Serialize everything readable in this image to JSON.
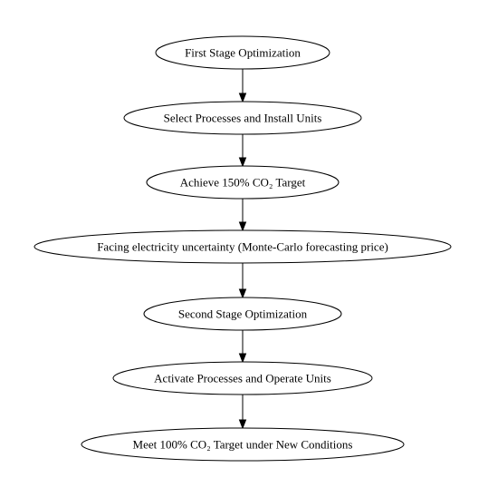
{
  "diagram": {
    "nodes": [
      {
        "id": "n1",
        "label": "First Stage Optimization"
      },
      {
        "id": "n2",
        "label": "Select Processes and Install Units"
      },
      {
        "id": "n3",
        "label": "Achieve 150% CO₂ Target"
      },
      {
        "id": "n4",
        "label": "Facing electricity uncertainty (Monte-Carlo forecasting price)"
      },
      {
        "id": "n5",
        "label": "Second Stage Optimization"
      },
      {
        "id": "n6",
        "label": "Activate Processes and Operate Units"
      },
      {
        "id": "n7",
        "label": "Meet 100% CO₂ Target under New Conditions"
      }
    ],
    "edges": [
      {
        "from": "n1",
        "to": "n2"
      },
      {
        "from": "n2",
        "to": "n3"
      },
      {
        "from": "n3",
        "to": "n4"
      },
      {
        "from": "n4",
        "to": "n5"
      },
      {
        "from": "n5",
        "to": "n6"
      },
      {
        "from": "n6",
        "to": "n7"
      }
    ]
  }
}
